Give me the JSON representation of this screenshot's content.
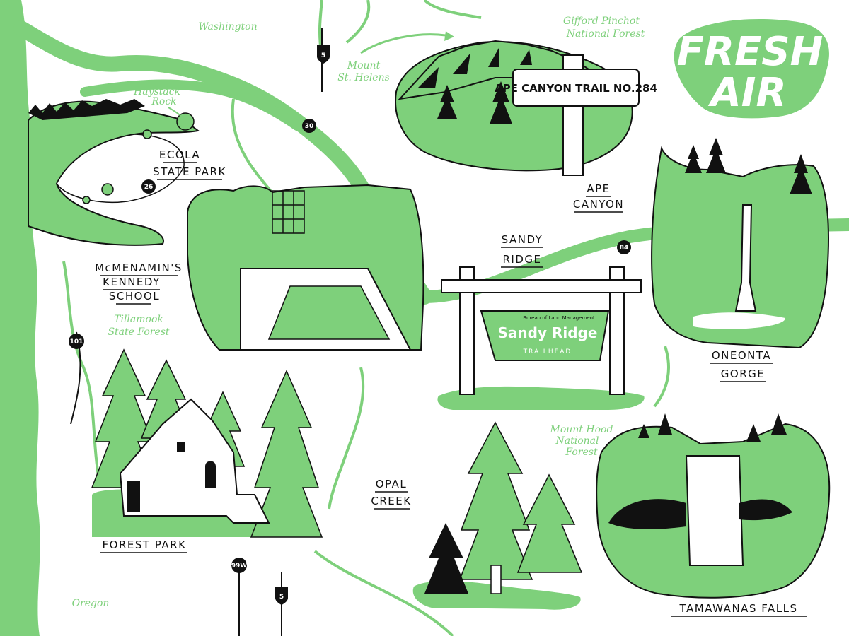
{
  "title": {
    "line1": "FRESH",
    "line2": "AIR"
  },
  "colors": {
    "green": "#7ed07b",
    "ink": "#111111",
    "paper": "#ffffff"
  },
  "places": {
    "ecola": {
      "line1": "ECOLA",
      "line2": "STATE PARK"
    },
    "haystack": {
      "line1": "Haystack",
      "line2": "Rock"
    },
    "mcmenamins": {
      "line1": "McMENAMIN'S",
      "line2": "KENNEDY",
      "line3": "SCHOOL"
    },
    "forest_park": "FOREST PARK",
    "opal_creek": {
      "line1": "OPAL",
      "line2": "CREEK"
    },
    "sandy_ridge": {
      "line1": "SANDY",
      "line2": "RIDGE"
    },
    "ape_canyon": {
      "line1": "APE",
      "line2": "CANYON"
    },
    "oneonta": {
      "line1": "ONEONTA",
      "line2": "GORGE"
    },
    "tamawanas": "TAMAWANAS FALLS"
  },
  "regions": {
    "washington": "Washington",
    "oregon": "Oregon",
    "mount_st_helens": {
      "line1": "Mount",
      "line2": "St. Helens"
    },
    "gifford": {
      "line1": "Gifford Pinchot",
      "line2": "National Forest"
    },
    "tillamook": {
      "line1": "Tillamook",
      "line2": "State Forest"
    },
    "mount_hood": {
      "line1": "Mount Hood",
      "line2": "National",
      "line3": "Forest"
    }
  },
  "routes": {
    "i5_north": "5",
    "i5_south": "5",
    "us30": "30",
    "us26": "26",
    "us101": "101",
    "i84": "84",
    "or99w": "99W"
  },
  "signs": {
    "ape_canyon_trail": "APE CANYON TRAIL NO.284",
    "sandy_ridge_agency": "Bureau of Land Management",
    "sandy_ridge_name": "Sandy Ridge",
    "sandy_ridge_sub": "TRAILHEAD"
  }
}
